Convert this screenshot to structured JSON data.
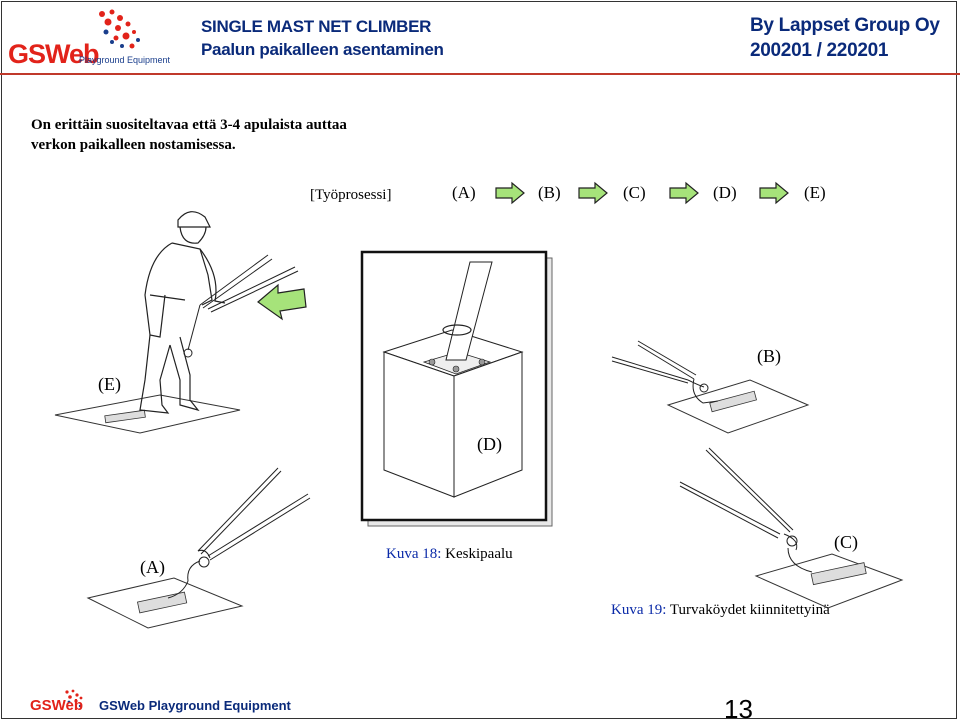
{
  "header": {
    "logo_word": "GSWeb",
    "logo_sub": "Playground Equipment",
    "title_line1": "SINGLE MAST NET CLIMBER",
    "title_line2": "Paalun paikalleen asentaminen",
    "company": "By Lappset  Group Oy",
    "code": "200201 / 220201"
  },
  "note": {
    "line1": "On erittäin suositeltavaa että 3-4 apulaista auttaa",
    "line2": "verkon paikalleen nostamisessa."
  },
  "process": {
    "label": "[Työprosessi]",
    "steps": [
      "(A)",
      "(B)",
      "(C)",
      "(D)",
      "(E)"
    ]
  },
  "labels": {
    "e": "(E)",
    "b": "(B)",
    "d": "(D)",
    "a": "(A)",
    "c": "(C)"
  },
  "captions": {
    "kuva18_prefix": "Kuva 18:",
    "kuva18_text": " Keskipaalu",
    "kuva19_prefix": "Kuva 19:",
    "kuva19_text": " Turvaköydet kiinnitettyinä"
  },
  "footer": {
    "logo_word": "GSWeb",
    "text": "GSWeb Playground Equipment",
    "page": "13"
  },
  "colors": {
    "logo_red": "#e2231a",
    "header_blue": "#0a2a7a",
    "arrow_green": "#a6e37a",
    "caption_blue": "#0a2aa8"
  },
  "icons": [
    "arrow-right-icon",
    "arrow-left-icon",
    "logo-dots-icon"
  ]
}
